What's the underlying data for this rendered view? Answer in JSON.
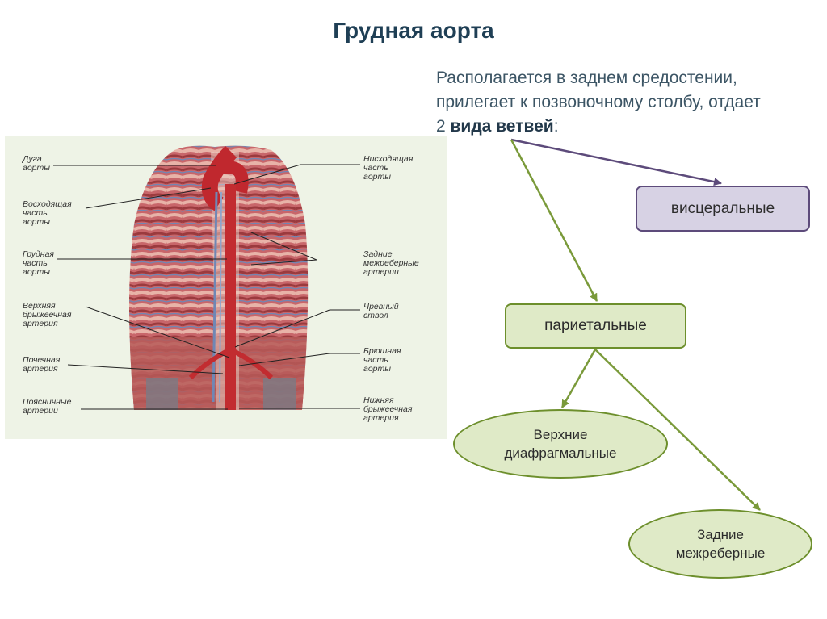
{
  "title": "Грудная аорта",
  "description": {
    "line1": "Располагается в заднем средостении,",
    "line2": "прилегает к позвоночному столбу, отдает",
    "line3_prefix": "2 ",
    "line3_bold": "вида ветвей",
    "line3_suffix": ":"
  },
  "figure": {
    "labels_left": [
      "Дуга\nаорты",
      "Восходящая\nчасть\nаорты",
      "Грудная\nчасть\nаорты",
      "Верхняя\nбрыжеечная\nартерия",
      "Почечная\nартерия",
      "Поясничные\nартерии"
    ],
    "labels_right": [
      "Нисходящая\nчасть\nаорты",
      "Задние\nмежреберные\nартерии",
      "Чревный\nствол",
      "Брюшная\nчасть\nаорты",
      "Нижняя\nбрыжеечная\nартерия"
    ]
  },
  "nodes": {
    "visceral": "висцеральные",
    "parietal": "париетальные",
    "diaphragmatic": "Верхние\nдиафрагмальные",
    "intercostal": "Задние\nмежреберные"
  },
  "colors": {
    "title": "#1f3f55",
    "visceral_fill": "#d7d2e4",
    "visceral_border": "#5d4b7b",
    "parietal_fill": "#dfeac7",
    "parietal_border": "#6d8f2c",
    "arrow_purple": "#5d4b7b",
    "arrow_green": "#7a9a3a"
  }
}
